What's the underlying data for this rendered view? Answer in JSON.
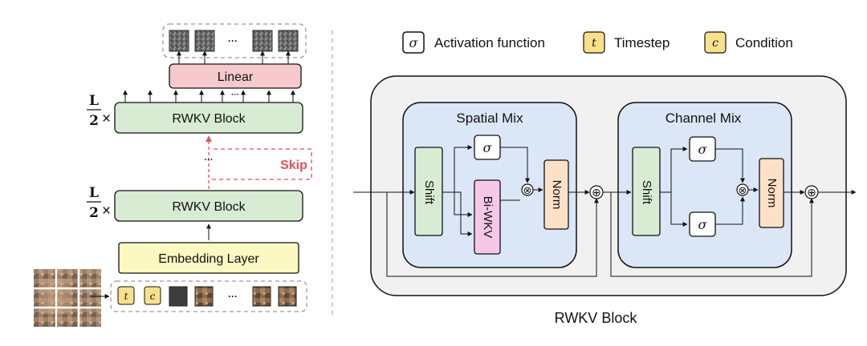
{
  "legend": {
    "activation_symbol": "σ",
    "activation_label": "Activation function",
    "timestep_symbol": "t",
    "timestep_label": "Timestep",
    "condition_symbol": "c",
    "condition_label": "Condition"
  },
  "left_architecture": {
    "linear_label": "Linear",
    "upper_block_label": "RWKV Block",
    "lower_block_label": "RWKV Block",
    "embedding_label": "Embedding Layer",
    "multiplier_numerator": "L",
    "multiplier_denominator": "2",
    "multiplier_symbol": "×",
    "skip_label": "Skip",
    "ellipsis": "···",
    "input_tokens": {
      "timestep": "t",
      "condition": "c"
    }
  },
  "rwkv_block": {
    "caption": "RWKV Block",
    "spatial_mix": {
      "title": "Spatial Mix",
      "shift_label": "Shift",
      "sigma_label": "σ",
      "biwkv_label": "Bi-WKV",
      "norm_label": "Norm"
    },
    "channel_mix": {
      "title": "Channel Mix",
      "shift_label": "Shift",
      "sigma_top_label": "σ",
      "sigma_bottom_label": "σ",
      "norm_label": "Norm"
    },
    "multiply_symbol": "⊗",
    "add_symbol": "⊕"
  },
  "colors": {
    "linear_fill": "#f6c9cd",
    "rwkv_fill": "#d7ecd3",
    "embedding_fill": "#fbf8c2",
    "token_fill": "#fbe08c",
    "mix_fill": "#dbe6f6",
    "outer_fill": "#f1f1f1",
    "shift_fill": "#d7ecd3",
    "biwkv_fill": "#f6c8e8",
    "norm_fill": "#fde1c6",
    "skip_color": "#e0525a"
  }
}
